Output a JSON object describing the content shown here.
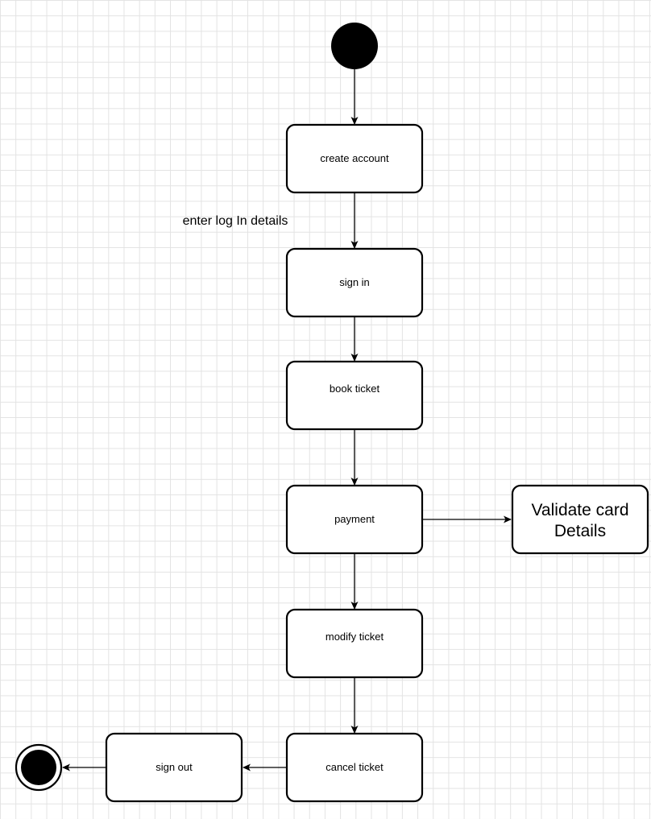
{
  "diagram": {
    "nodes": {
      "create_account": "create account",
      "sign_in": "sign in",
      "book_ticket": "book ticket",
      "payment": "payment",
      "validate_card": [
        "Validate card",
        "Details"
      ],
      "modify_ticket": "modify ticket",
      "cancel_ticket": "cancel ticket",
      "sign_out": "sign out"
    },
    "edge_labels": {
      "create_to_signin": "enter log In details"
    }
  }
}
